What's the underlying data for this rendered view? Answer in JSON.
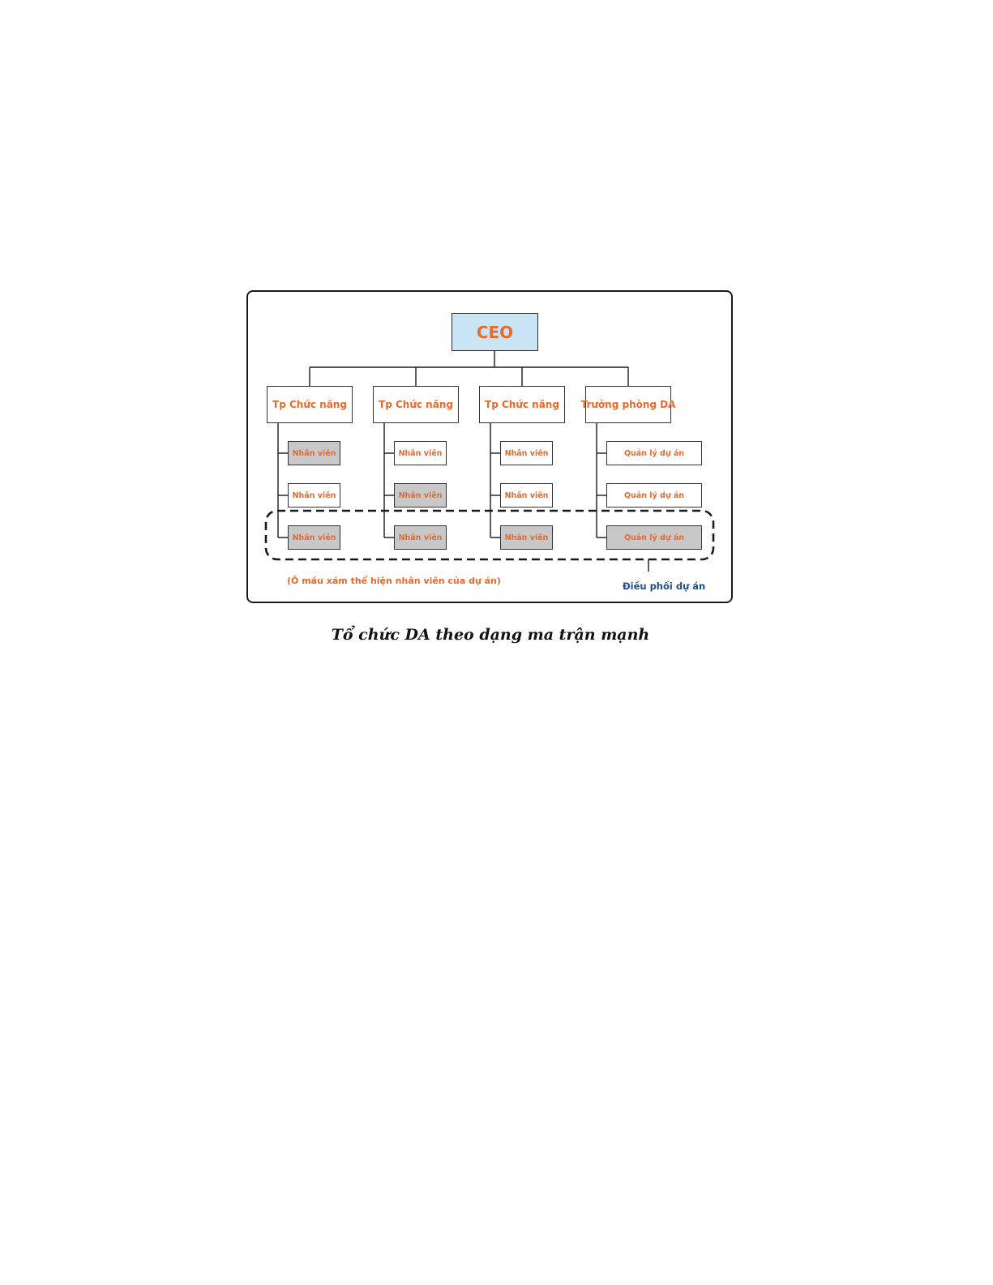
{
  "diagram": {
    "ceo": "CEO",
    "departments": [
      {
        "head": "Tp Chức năng",
        "members": [
          {
            "label": "Nhân viên",
            "project": true
          },
          {
            "label": "Nhân viên",
            "project": false
          },
          {
            "label": "Nhân viên",
            "project": true
          }
        ]
      },
      {
        "head": "Tp Chức năng",
        "members": [
          {
            "label": "Nhân viên",
            "project": false
          },
          {
            "label": "Nhân viên",
            "project": true
          },
          {
            "label": "Nhân viên",
            "project": true
          }
        ]
      },
      {
        "head": "Tp Chức năng",
        "members": [
          {
            "label": "Nhân viên",
            "project": false
          },
          {
            "label": "Nhân viên",
            "project": false
          },
          {
            "label": "Nhân viên",
            "project": true
          }
        ]
      },
      {
        "head": "Trưởng phòng DA",
        "members": [
          {
            "label": "Quản lý dự án",
            "project": false
          },
          {
            "label": "Quản lý dự án",
            "project": false
          },
          {
            "label": "Quản lý dự án",
            "project": true
          }
        ]
      }
    ],
    "gray_note": "(Ô mầu xám thể hiện nhân viên của dự án)",
    "coordination_label": "Điều phối dự án"
  },
  "caption": "Tổ chức DA theo dạng ma trận mạnh",
  "colors": {
    "text_orange": "#e86a2c",
    "text_blue": "#1d4f8c",
    "ceo_fill": "#c9e4f5",
    "project_fill": "#c8c8c8"
  }
}
